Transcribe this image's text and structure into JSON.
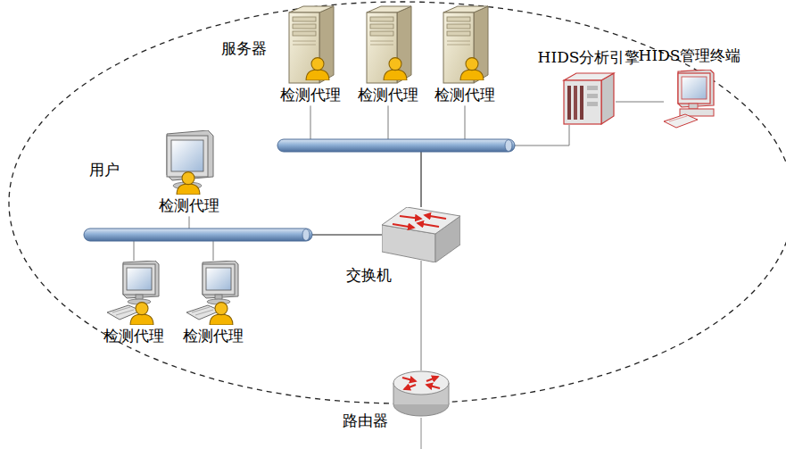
{
  "diagram": {
    "nodes": [
      {
        "text": [
          "检测代理"
        ]
      },
      {
        "text": [
          "检测代理"
        ]
      },
      {
        "text": [
          "检测代理"
        ]
      },
      {
        "text": [
          "HIDS分析引擎"
        ]
      },
      {
        "text": [
          "HIDS管理终端"
        ]
      },
      {
        "text": [
          "检测代理"
        ]
      },
      {
        "text": [
          "交换机"
        ]
      },
      {
        "text": [
          "检测代理"
        ]
      },
      {
        "text": [
          "检测代理"
        ]
      },
      {
        "text": [
          "路由器"
        ]
      }
    ],
    "edges": [
      {
        "from": 0,
        "to": 6,
        "arrow": "none"
      },
      {
        "from": 1,
        "to": 6,
        "arrow": "none"
      },
      {
        "from": 2,
        "to": 6,
        "arrow": "none"
      },
      {
        "from": 3,
        "to": 6,
        "arrow": "none"
      },
      {
        "from": 3,
        "to": 4,
        "arrow": "none"
      },
      {
        "from": 5,
        "to": 6,
        "arrow": "none"
      },
      {
        "from": 7,
        "to": 6,
        "arrow": "none"
      },
      {
        "from": 8,
        "to": 6,
        "arrow": "none"
      },
      {
        "from": 6,
        "to": 9,
        "arrow": "none"
      }
    ],
    "labels": [
      "服务器",
      "用户"
    ]
  }
}
